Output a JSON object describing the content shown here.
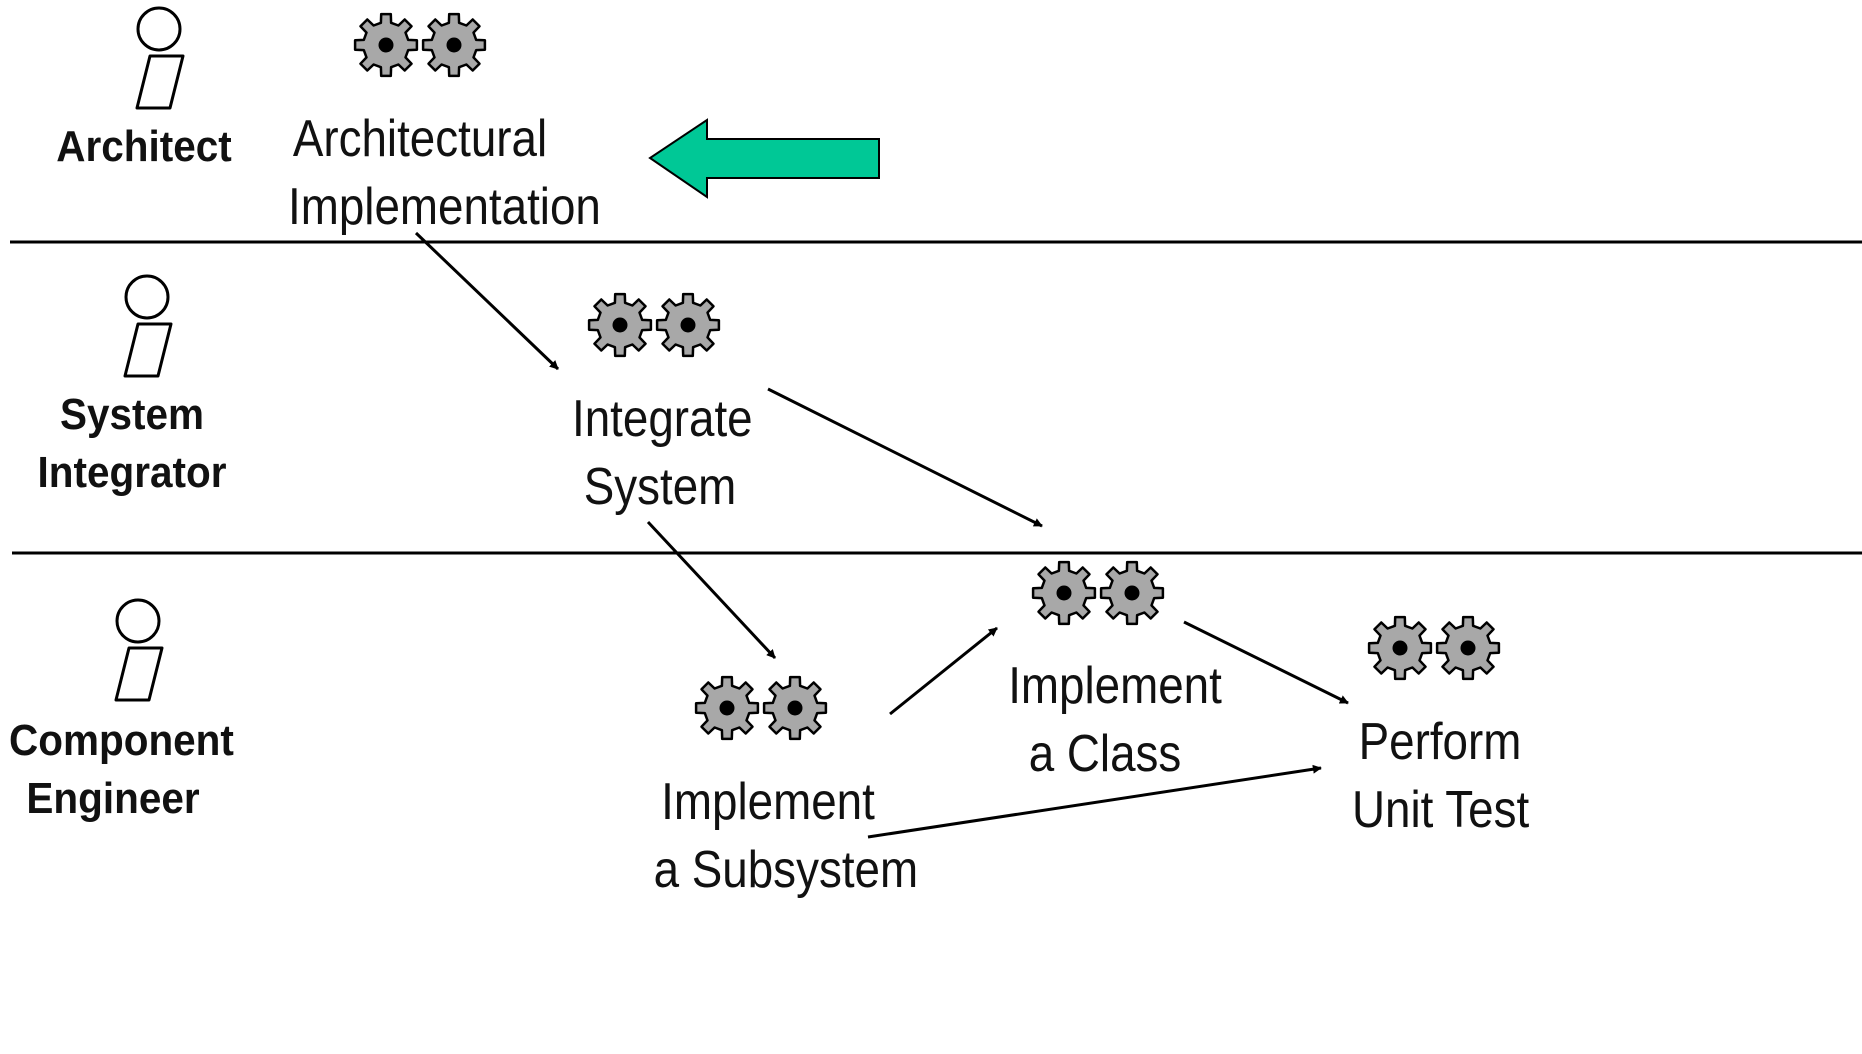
{
  "roles": {
    "architect": "Architect",
    "system_integrator": {
      "line1": "System",
      "line2": "Integrator"
    },
    "component_engineer": {
      "line1": "Component",
      "line2": "Engineer"
    }
  },
  "activities": {
    "architectural_implementation": {
      "line1": "Architectural",
      "line2": "Implementation"
    },
    "integrate_system": {
      "line1": "Integrate",
      "line2": "System"
    },
    "implement_class": {
      "line1": "Implement",
      "line2": "a Class"
    },
    "implement_subsystem": {
      "line1": "Implement",
      "line2": "a Subsystem"
    },
    "perform_unit_test": {
      "line1": "Perform",
      "line2": "Unit Test"
    }
  },
  "icons": {
    "worker": "worker-icon",
    "activity": "gears-icon",
    "highlight": "left-arrow-icon"
  },
  "colors": {
    "highlight_arrow": "#00C896",
    "gear_fill": "#A8A8A8",
    "line": "#000000"
  }
}
